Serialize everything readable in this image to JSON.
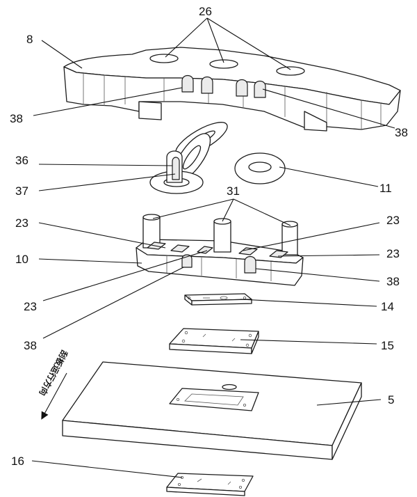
{
  "labels": {
    "l26": "26",
    "l8": "8",
    "l38a": "38",
    "l38b": "38",
    "l36": "36",
    "l37": "37",
    "l11": "11",
    "l31": "31",
    "l23a": "23",
    "l23b": "23",
    "l23c": "23",
    "l23d": "23",
    "l10": "10",
    "l38c": "38",
    "l38d": "38",
    "l14": "14",
    "l15": "15",
    "l5": "5",
    "l16": "16"
  },
  "direction_text": "刮板运行方向"
}
